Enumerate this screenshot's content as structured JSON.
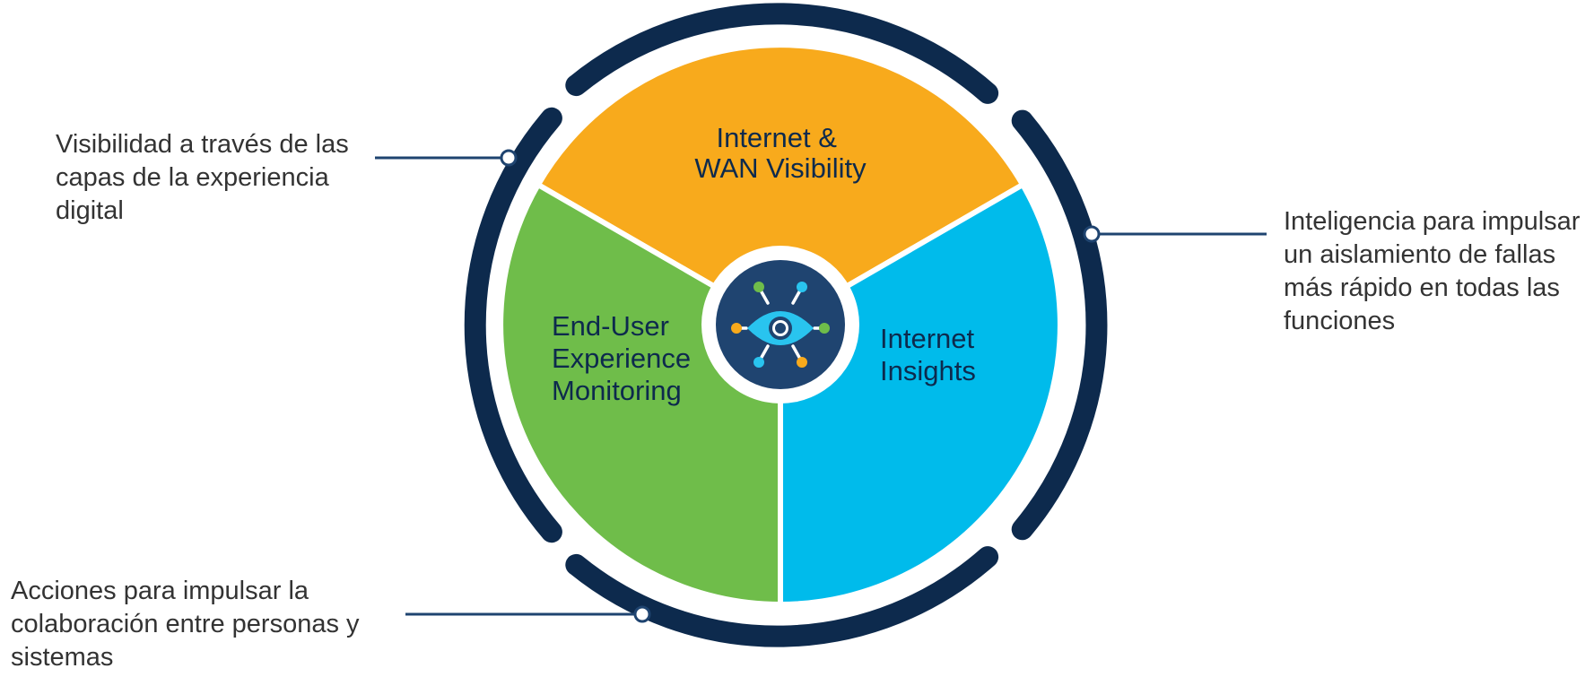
{
  "segments": {
    "top": {
      "line1": "Internet &",
      "line2": "WAN Visibility",
      "color": "#f8aa1c"
    },
    "left": {
      "line1": "End-User",
      "line2": "Experience",
      "line3": "Monitoring",
      "color": "#6fbd4a"
    },
    "right": {
      "line1": "Internet",
      "line2": "Insights",
      "color": "#00bbeb"
    }
  },
  "callouts": {
    "left_top": "Visibilidad a través de las capas de la experiencia digital",
    "right": "Inteligencia para impulsar un aislamiento de fallas más rápido en todas las funciones",
    "bottom": "Acciones para impulsar la colaboración entre personas y sistemas"
  },
  "colors": {
    "ring": "#0d2a4d",
    "connector": "#1f4470",
    "hub": "#1f4470",
    "eye": "#29c4ef"
  },
  "hub_icon": "eye-network-icon"
}
